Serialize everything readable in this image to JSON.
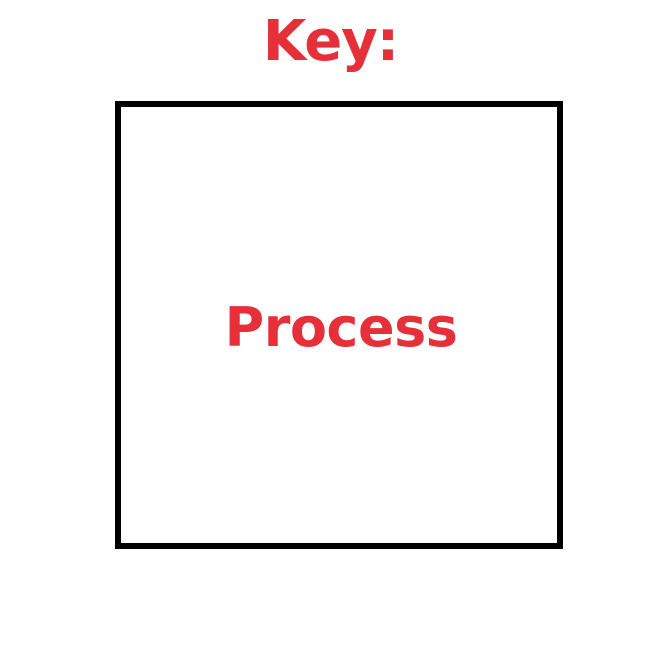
{
  "legend": {
    "title": "Key:",
    "items": [
      {
        "shape": "square",
        "label": "Process"
      }
    ]
  },
  "colors": {
    "text": "#e5303a",
    "stroke": "#000000",
    "background": "#ffffff"
  }
}
